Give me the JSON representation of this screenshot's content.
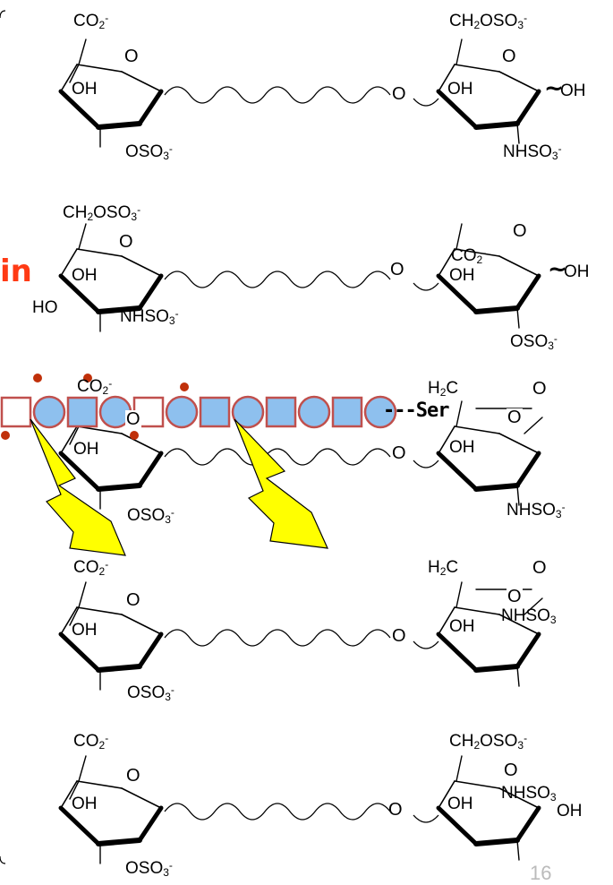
{
  "figure": {
    "red_label": "in",
    "chain_linker": "---Ser",
    "page_number": "16",
    "colors": {
      "red_label": "#ff3a14",
      "circle_fill": "#8ec0ee",
      "unit_stroke": "#c0504d",
      "bolt_fill": "#ffff00",
      "dot_fill": "#c0300a"
    },
    "rows": [
      {
        "left": {
          "top": "CO2-",
          "ring_o": "O",
          "oh": "OH",
          "bottom": "OSO3-"
        },
        "link_o": "O",
        "right": {
          "top": "CH2OSO3-",
          "ring_o": "O",
          "oh": "OH",
          "bottom": "NHSO3-",
          "end": "OH"
        }
      },
      {
        "left": {
          "top": "CH2OSO3-",
          "ring_o": "O",
          "oh": "OH",
          "ho": "HO",
          "bottom": "NHSO3-"
        },
        "link_o": "O",
        "right": {
          "ring_o": "O",
          "co2": "CO2-",
          "oh": "OH",
          "bottom": "OSO3-",
          "end": "OH"
        }
      },
      {
        "left": {
          "top": "CO2-",
          "ring_o": "O",
          "oh": "OH",
          "bottom": "OSO3-"
        },
        "link_o": "O",
        "right": {
          "top": "H2C",
          "ring_o": "O",
          "bridge_o": "O",
          "oh": "OH",
          "bottom": "NHSO3-"
        }
      },
      {
        "left": {
          "top": "CO2-",
          "ring_o": "O",
          "oh": "OH",
          "bottom": "OSO3-"
        },
        "link_o": "O",
        "right": {
          "top": "H2C",
          "ring_o": "O",
          "bridge_o": "O",
          "oh": "OH",
          "nh": "NHSO3"
        }
      },
      {
        "left": {
          "top": "CO2-",
          "ring_o": "O",
          "oh": "OH",
          "bottom": "OSO3-"
        },
        "link_o": "O",
        "right": {
          "top": "CH2OSO3-",
          "ring_o": "O",
          "oh": "OH",
          "nh": "NHSO3",
          "end": "OH"
        }
      }
    ],
    "chain_units": [
      "square",
      "circle",
      "square",
      "circle",
      "square",
      "circle",
      "square",
      "circle",
      "square",
      "circle",
      "square",
      "circle"
    ]
  }
}
